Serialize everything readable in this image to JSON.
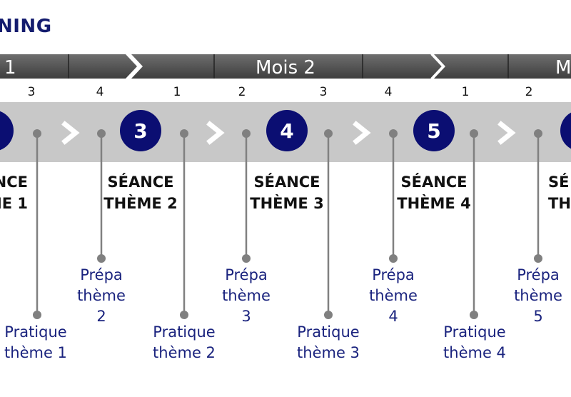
{
  "title": "NING",
  "months": [
    {
      "label": "1"
    },
    {
      "label": "Mois 2"
    },
    {
      "label": "M"
    }
  ],
  "week_numbers": [
    "3",
    "4",
    "1",
    "2",
    "3",
    "4",
    "1",
    "2"
  ],
  "sessions": [
    {
      "number": "",
      "line1": "ÉANCE",
      "line2": "ME 1"
    },
    {
      "number": "3",
      "line1": "SÉANCE",
      "line2": "THÈME 2"
    },
    {
      "number": "4",
      "line1": "SÉANCE",
      "line2": "THÈME 3"
    },
    {
      "number": "5",
      "line1": "SÉANCE",
      "line2": "THÈME 4"
    },
    {
      "number": "",
      "line1": "SÉ",
      "line2": "TH"
    }
  ],
  "prepas": [
    {
      "line1": "Prépa",
      "line2": "thème",
      "line3": "2"
    },
    {
      "line1": "Prépa",
      "line2": "thème",
      "line3": "3"
    },
    {
      "line1": "Prépa",
      "line2": "thème",
      "line3": "4"
    },
    {
      "line1": "Prépa",
      "line2": "thème",
      "line3": "5"
    }
  ],
  "pratiques": [
    {
      "line1": "Pratique",
      "line2": "thème 1"
    },
    {
      "line1": "Pratique",
      "line2": "thème 2"
    },
    {
      "line1": "Pratique",
      "line2": "thème 3"
    },
    {
      "line1": "Pratique",
      "line2": "thème 4"
    }
  ],
  "colors": {
    "navy": "#0b0e72",
    "text_blue": "#1a237e",
    "band_gray": "#c8c8c8",
    "bar_gray": "#555555",
    "line_gray": "#808080"
  }
}
